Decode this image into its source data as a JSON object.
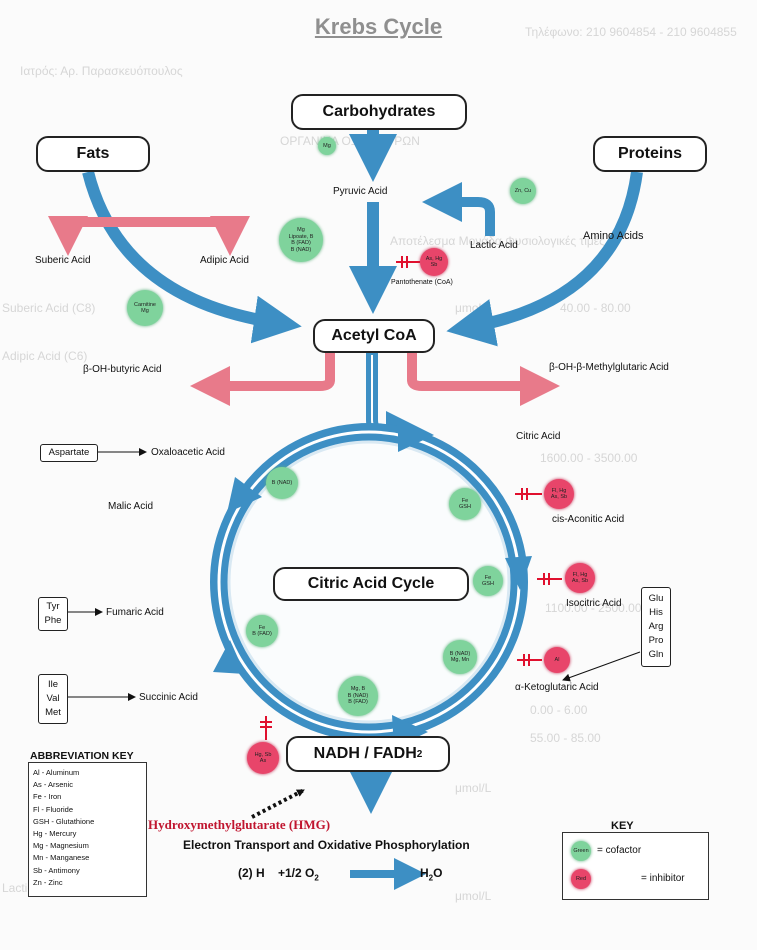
{
  "title": "Krebs Cycle",
  "nodes": {
    "carbohydrates": "Carbohydrates",
    "fats": "Fats",
    "proteins": "Proteins",
    "acetyl_coa": "Acetyl CoA",
    "nadh": "NADH / FADH",
    "nadh_sub": "2",
    "citric_acid_cycle": "Citric Acid Cycle"
  },
  "labels": {
    "pyruvic_acid": "Pyruvic Acid",
    "lactic_acid": "Lactic Acid",
    "amino_acids": "Amino Acids",
    "suberic_acid": "Suberic Acid",
    "adipic_acid": "Adipic Acid",
    "pantothenate": "Pantothenate (CoA)",
    "b_oh_butyric": "β-OH-butyric Acid",
    "b_oh_methylglutaric": "β-OH-β-Methylglutaric Acid",
    "oxaloacetic": "Oxaloacetic Acid",
    "malic": "Malic Acid",
    "fumaric": "Fumaric Acid",
    "succinic": "Succinic Acid",
    "citric": "Citric Acid",
    "cis_aconitic": "cis-Aconitic Acid",
    "isocitric": "Isocitric Acid",
    "a_ketoglutaric": "α-Ketoglutaric Acid",
    "hmg": "Hydroxymethylglutarate (HMG)",
    "electron_transport": "Electron Transport and Oxidative Phosphorylation",
    "equation_left": "(2) H    +1/2 O",
    "equation_left_sub": "2",
    "equation_right": "H",
    "equation_right_sub": "2",
    "equation_right_end": "O"
  },
  "amino_boxes": {
    "aspartate": "Aspartate",
    "tyr_phe": [
      "Tyr",
      "Phe"
    ],
    "ile_val_met": [
      "Ile",
      "Val",
      "Met"
    ],
    "glu_group": [
      "Glu",
      "His",
      "Arg",
      "Pro",
      "Gln"
    ]
  },
  "cofactors": {
    "mg_top": "Mg",
    "zn_cu": "Zn, Cu",
    "b_vitamins": [
      "Mg",
      "Lipoate, B",
      "B (FAD)",
      "B (NAD)"
    ],
    "carnitine": [
      "Carnitine",
      "Mg"
    ],
    "b3_nad": "B (NAD)",
    "fe_gsh_1": [
      "Fe",
      "GSH"
    ],
    "fe_gsh_2": [
      "Fe",
      "GSH"
    ],
    "fe_b2": [
      "Fe",
      "B (FAD)"
    ],
    "b1_mg_mn": [
      "B (NAD)",
      "Mg, Mn"
    ],
    "mg_b": [
      "Mg, B",
      "B (NAD)",
      "B (FAD)"
    ]
  },
  "inhibitors": {
    "as_hg_sb": [
      "As, Hg",
      "Sb"
    ],
    "fl_hg_as_sb_1": [
      "Fl, Hg",
      "As, Sb"
    ],
    "fl_hg_as_sb_2": [
      "Fl, Hg",
      "As, Sb"
    ],
    "al": "Al",
    "hg_sb_as": [
      "Hg, Sb",
      "As"
    ]
  },
  "abbreviation_key": {
    "title": "ABBREVIATION KEY",
    "items": [
      "Al - Aluminum",
      "As - Arsenic",
      "Fe - Iron",
      "Fl - Fluoride",
      "GSH - Glutathione",
      "Hg - Mercury",
      "Mg - Magnesium",
      "Mn - Manganese",
      "Sb - Antimony",
      "Zn - Zinc"
    ]
  },
  "key": {
    "title": "KEY",
    "green_label": "Green",
    "cofactor": "= cofactor",
    "red_label": "Red",
    "inhibitor": "= inhibitor"
  },
  "colors": {
    "blue_arrow": "#3d8fc4",
    "pink_arrow": "#e87a8a",
    "green_circle": "#7fd39c",
    "red_circle": "#e8456a",
    "hmg_text": "#c0152f",
    "inhibit_mark": "#e0102e"
  },
  "background_text": [
    "Τηλέφωνο: 210 9604854 - 210 9604855",
    "Ιατρός: Αρ. Παρασκευόπουλος",
    "ΟΡΓΑΝΙΚΑ ΟΞΕΑ ΟΥΡΩΝ",
    "Αποτέλεσμα   Μονάδα   Φυσιολογικές τιμές",
    "Suberic Acid (C8)",
    "Adipic Acid (C6)",
    "Lactic Acid",
    "μmol/L",
    "40.00 - 80.00",
    "1100.00 - 2500.00",
    "1600.00 - 3500.00",
    "55.00 - 85.00",
    "0.00 - 6.00"
  ]
}
